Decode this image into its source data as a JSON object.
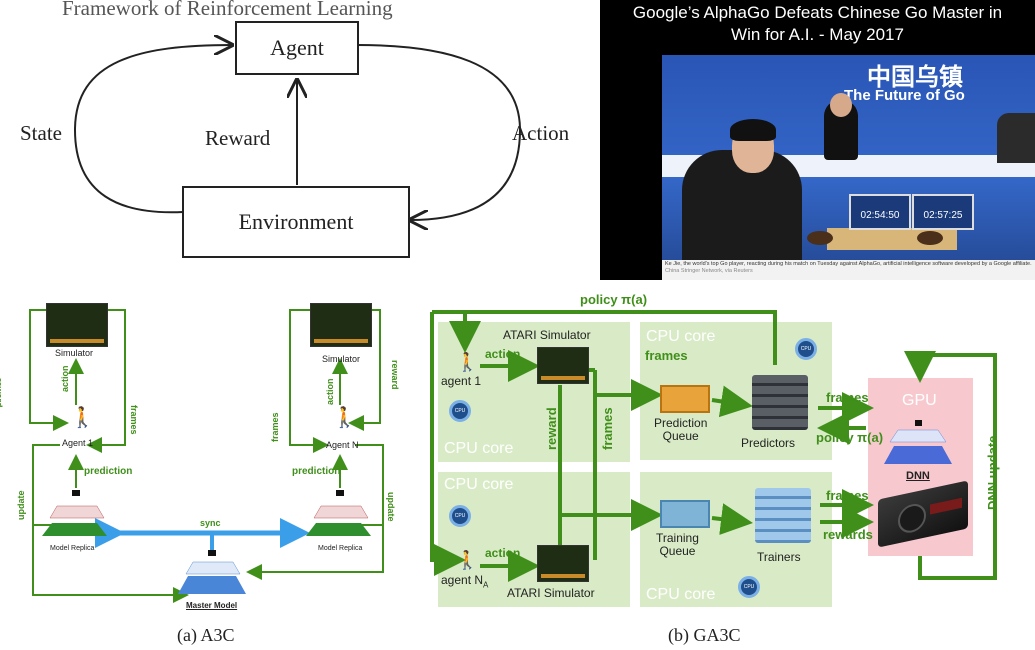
{
  "rl": {
    "title": "Framework of Reinforcement Learning",
    "agent": "Agent",
    "environment": "Environment",
    "state": "State",
    "reward": "Reward",
    "action": "Action"
  },
  "photo": {
    "title_line1": "Google’s AlphaGo Defeats Chinese Go Master in",
    "title_line2": "Win for A.I. - May 2017",
    "banner_cn": "中国乌镇",
    "banner_en": "The Future of Go",
    "clock_left": "02:54:50",
    "clock_right": "02:57:25",
    "caption": "Ke Jie, the world's top Go player, reacting during his match on Tuesday against AlphaGo, artificial intelligence software developed by a Google affiliate.",
    "credit": "China Stringer Network, via Reuters"
  },
  "a3c": {
    "simulator_left": "Simulator",
    "simulator_right": "Simulator",
    "reward_left": "reward",
    "action_left": "action",
    "frames_left": "frames",
    "agent_1": "Agent 1",
    "agent_n": "Agent N",
    "prediction_left": "prediction",
    "prediction_right": "prediction",
    "update_left": "update",
    "update_right": "update",
    "model_replica_left": "Model Replica",
    "model_replica_right": "Model Replica",
    "sync": "sync",
    "master_model": "Master Model",
    "frames_right": "frames",
    "action_right": "action",
    "reward_right": "reward",
    "caption": "(a) A3C"
  },
  "ga3c": {
    "policy_top": "policy π(a)",
    "atari_top": "ATARI Simulator",
    "atari_bottom": "ATARI Simulator",
    "agent_1": "agent 1",
    "agent_na": "agent N",
    "agent_na_sub": "A",
    "action_top": "action",
    "action_bottom": "action",
    "reward": "reward",
    "frames_vertical": "frames",
    "cpu_core_1": "CPU core",
    "cpu_core_2": "CPU core",
    "cpu_core_3": "CPU core",
    "cpu_core_4": "CPU core",
    "frames_label": "frames",
    "prediction_queue_1": "Prediction",
    "prediction_queue_2": "Queue",
    "predictors": "Predictors",
    "training_queue_1": "Training",
    "training_queue_2": "Queue",
    "trainers": "Trainers",
    "frames_to_gpu": "frames",
    "policy_from_gpu": "policy π(a)",
    "frames_to_gpu_2": "frames",
    "rewards": "rewards",
    "gpu": "GPU",
    "dnn": "DNN",
    "dnn_update": "DNN update",
    "cpu_chip": "CPU",
    "caption": "(b) GA3C"
  },
  "colors": {
    "green": "#3f8f1a",
    "cpu_core_bg": "#d9ebc6",
    "gpu_bg": "#f7c9cf",
    "sync_blue": "#3a9ee8"
  }
}
